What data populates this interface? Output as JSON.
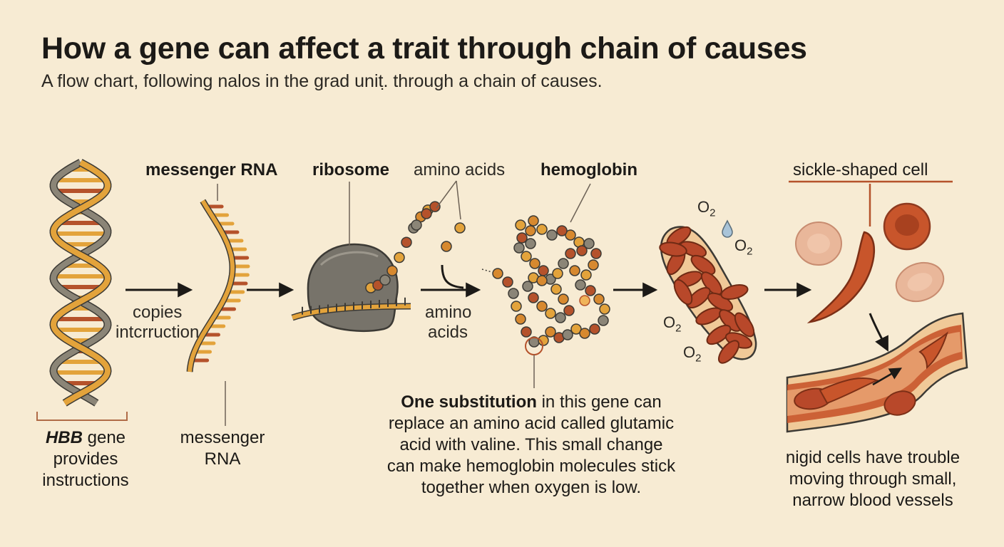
{
  "title": "How a gene can affect a trait through chain of causes",
  "subtitle": "A flow chart, following nalos in the grad unit.̣ through a chain of causes.",
  "colors": {
    "background": "#f7ebd3",
    "dna_orange": "#e3a33b",
    "dna_gray": "#8b8577",
    "rung_rust": "#b5522b",
    "ribosome_gray": "#77736a",
    "blood_red": "#b8482a",
    "label_line": "#b06b47"
  },
  "steps": {
    "gene": {
      "name_italic": "HBB",
      "name_rest": " gene",
      "line2": "provides",
      "line3": "instructions"
    },
    "copy_arrow": {
      "line1": "copies",
      "line2": "intcrruction"
    },
    "mrna_top": "messenger RNA",
    "mrna_bottom": {
      "line1": "messenger",
      "line2": "RNA"
    },
    "ribosome": "ribosome",
    "amino_top": "amino acids",
    "amino_arrow": {
      "line1": "amino",
      "line2": "acids"
    },
    "hemoglobin": "hemoglobin",
    "sickle": "sickle-shaped cell",
    "o2_symbol": "O",
    "o2_sub": "2",
    "rigid": {
      "line1": "nigid cells have trouble",
      "line2": "moving through small,",
      "line3": "narrow blood vessels"
    }
  },
  "substitution": {
    "bold": "One substitution",
    "rest": " in this gene can replace an amino acid called glutamic acid with valine. This small change can make hemoglobin molecules stick together when oxygen is low."
  }
}
